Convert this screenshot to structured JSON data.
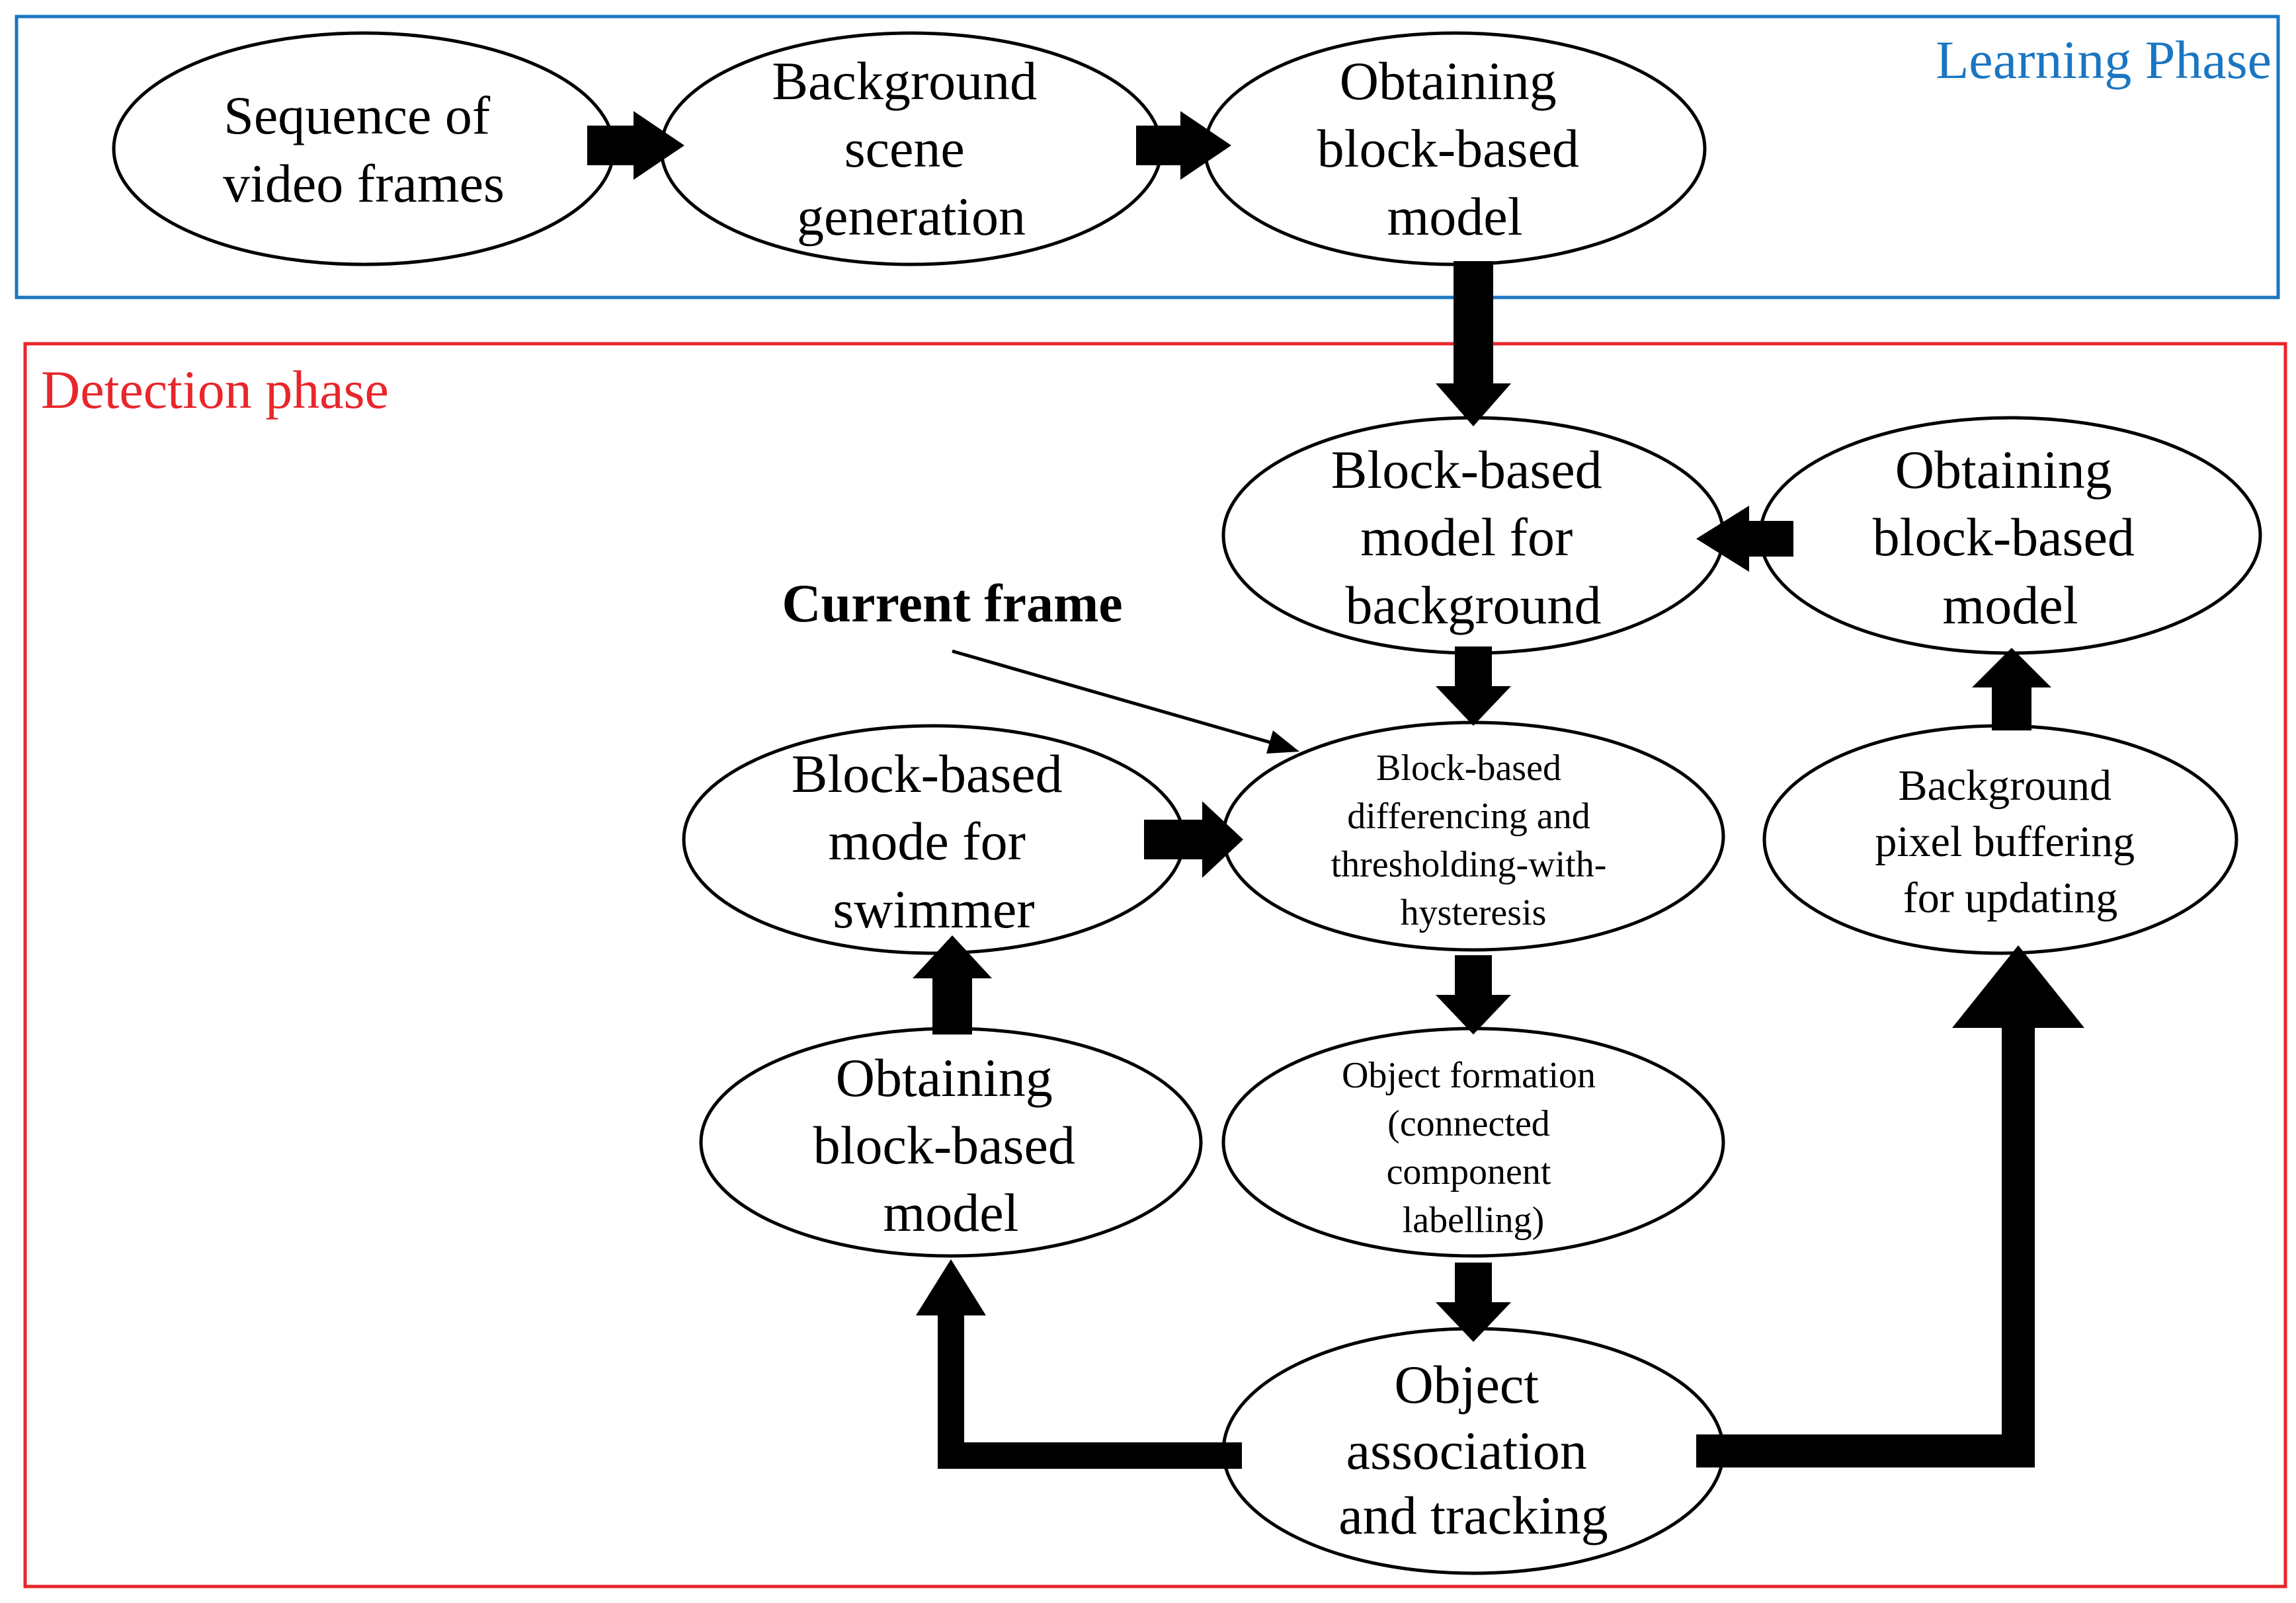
{
  "phases": {
    "learning": {
      "label": "Learning Phase",
      "color": "#1a76c2"
    },
    "detection": {
      "label": "Detection phase",
      "color": "#e8262b"
    }
  },
  "annotation": {
    "current_frame": "Current frame"
  },
  "nodes": {
    "sequence": {
      "lines": [
        "Sequence of",
        "video frames"
      ]
    },
    "background_gen": {
      "lines": [
        "Background",
        "scene",
        "generation"
      ]
    },
    "obtaining_top": {
      "lines": [
        "Obtaining",
        "block-based",
        "model"
      ]
    },
    "bg_model": {
      "lines": [
        "Block-based",
        "model for",
        "background"
      ]
    },
    "obtaining_right": {
      "lines": [
        "Obtaining",
        "block-based",
        "model"
      ]
    },
    "swimmer_mode": {
      "lines": [
        "Block-based",
        "mode for",
        "swimmer"
      ]
    },
    "differencing": {
      "lines": [
        "Block-based",
        "differencing and",
        "thresholding-with-",
        "hysteresis"
      ]
    },
    "buffering": {
      "lines": [
        "Background",
        "pixel buffering",
        "for updating"
      ]
    },
    "obtaining_left": {
      "lines": [
        "Obtaining",
        "block-based",
        "model"
      ]
    },
    "object_formation": {
      "lines": [
        "Object formation",
        "(connected",
        "component",
        "labelling)"
      ]
    },
    "association": {
      "lines": [
        "Object",
        "association",
        "and tracking"
      ]
    }
  }
}
